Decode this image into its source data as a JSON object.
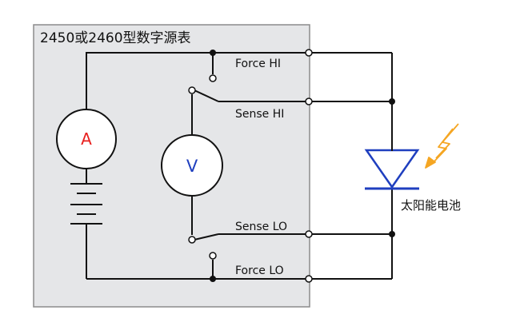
{
  "title": "2450或2460型数字源表",
  "ammeter_symbol": "A",
  "voltmeter_symbol": "V",
  "terminals": {
    "force_hi": "Force HI",
    "sense_hi": "Sense HI",
    "sense_lo": "Sense LO",
    "force_lo": "Force LO"
  },
  "device_label": "太阳能电池",
  "icons": [
    "lightning-icon",
    "diode-icon",
    "battery-icon"
  ],
  "colors": {
    "instrument_fill": "#e5e6e8",
    "instrument_border": "#8c8c8c",
    "wire": "#111111",
    "meter_text": "#e8201e",
    "voltmeter_text": "#1f3fbf",
    "diode": "#1f3fbf",
    "lightning": "#f5a623"
  }
}
